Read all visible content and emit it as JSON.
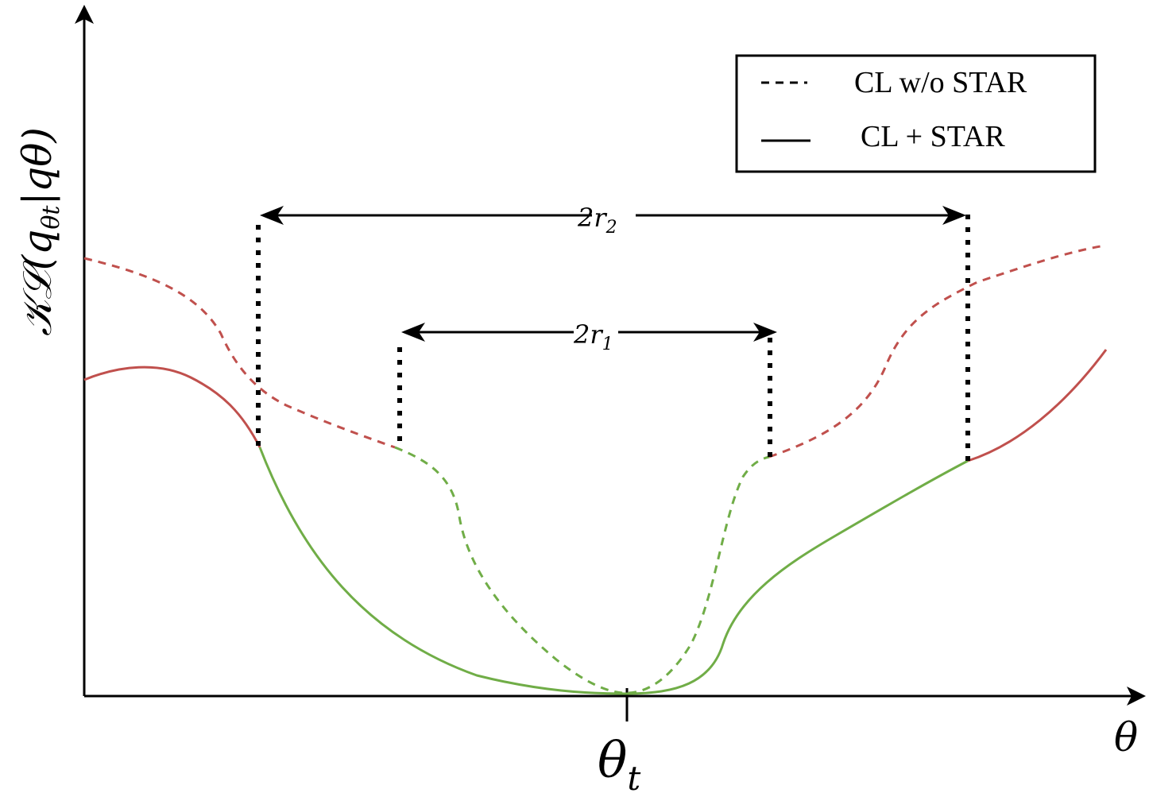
{
  "diagram": {
    "y_axis_label": "𝒦ℒ(qθt|qθ)",
    "y_axis_label_parts": {
      "prefix": "𝒦ℒ(q",
      "sub": "θt",
      "suffix": "|qθ)"
    },
    "x_axis_label": "θ",
    "x_tick_label": {
      "main": "θ",
      "sub": "t"
    },
    "radius_labels": [
      {
        "main": "2r",
        "sub": "2"
      },
      {
        "main": "2r",
        "sub": "1"
      }
    ],
    "legend": [
      {
        "label": "CL w/o STAR",
        "style": "dashed"
      },
      {
        "label": "CL + STAR",
        "style": "solid"
      }
    ],
    "colors": {
      "red_curve": "#c0504d",
      "green_curve": "#70ad47",
      "axis": "#000000"
    }
  }
}
